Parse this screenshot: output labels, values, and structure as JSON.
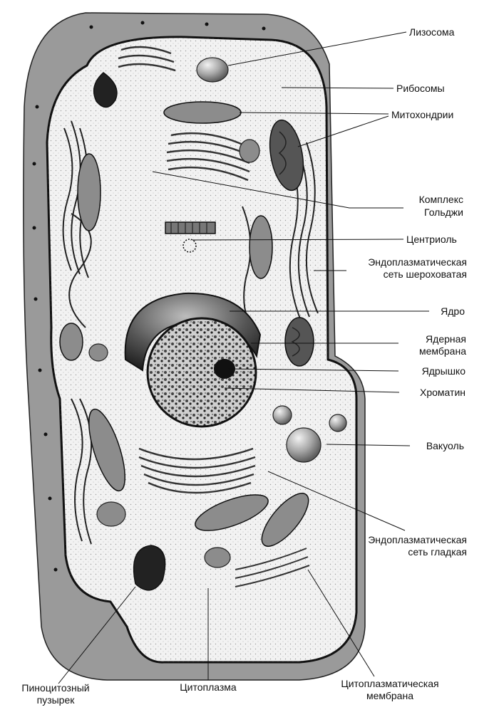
{
  "labels": {
    "lysosome": "Лизосома",
    "ribosomes": "Рибосомы",
    "mitochondria": "Митохондрии",
    "golgi_line1": "Комплекс",
    "golgi_line2": "Гольджи",
    "centriole": "Центриоль",
    "rough_er_line1": "Эндоплазматическая",
    "rough_er_line2": "сеть шероховатая",
    "nucleus": "Ядро",
    "nuclear_membrane_line1": "Ядерная",
    "nuclear_membrane_line2": "мембрана",
    "nucleolus": "Ядрышко",
    "chromatin": "Хроматин",
    "vacuole": "Вакуоль",
    "smooth_er_line1": "Эндоплазматическая",
    "smooth_er_line2": "сеть гладкая",
    "pinocytic_line1": "Пиноцитозный",
    "pinocytic_line2": "пузырек",
    "cytoplasm": "Цитоплазма",
    "cell_membrane_line1": "Цитоплазматическая",
    "cell_membrane_line2": "мембрана"
  },
  "colors": {
    "cell_wall": "#9a9a9a",
    "cytoplasm": "#f2f2f2",
    "organelle": "#8c8c8c",
    "nucleus_dark": "#3a3a3a",
    "line": "#111111"
  }
}
